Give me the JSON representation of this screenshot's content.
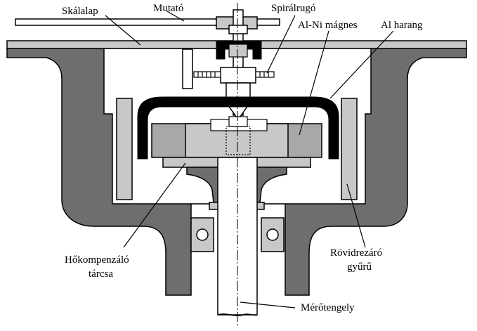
{
  "colors": {
    "housing": "#6e6e6e",
    "light": "#c8c8c8",
    "mid": "#a8a8a8",
    "dark": "#6e6e6e",
    "black": "#000000",
    "white": "#ffffff"
  },
  "labels": {
    "skalalap": "Skálalap",
    "mutato": "Mutató",
    "spiralrugo": "Spirálrugó",
    "alni_magnes": "Al-Ni mágnes",
    "al_harang": "Al harang",
    "hokompenzalo_line1": "Hőkompenzáló",
    "hokompenzalo_line2": "tárcsa",
    "rovidzarzo_line1": "Rövidrezáró",
    "rovidzarzo_line2": "gyűrű",
    "merotengely": "Mérőtengely"
  }
}
